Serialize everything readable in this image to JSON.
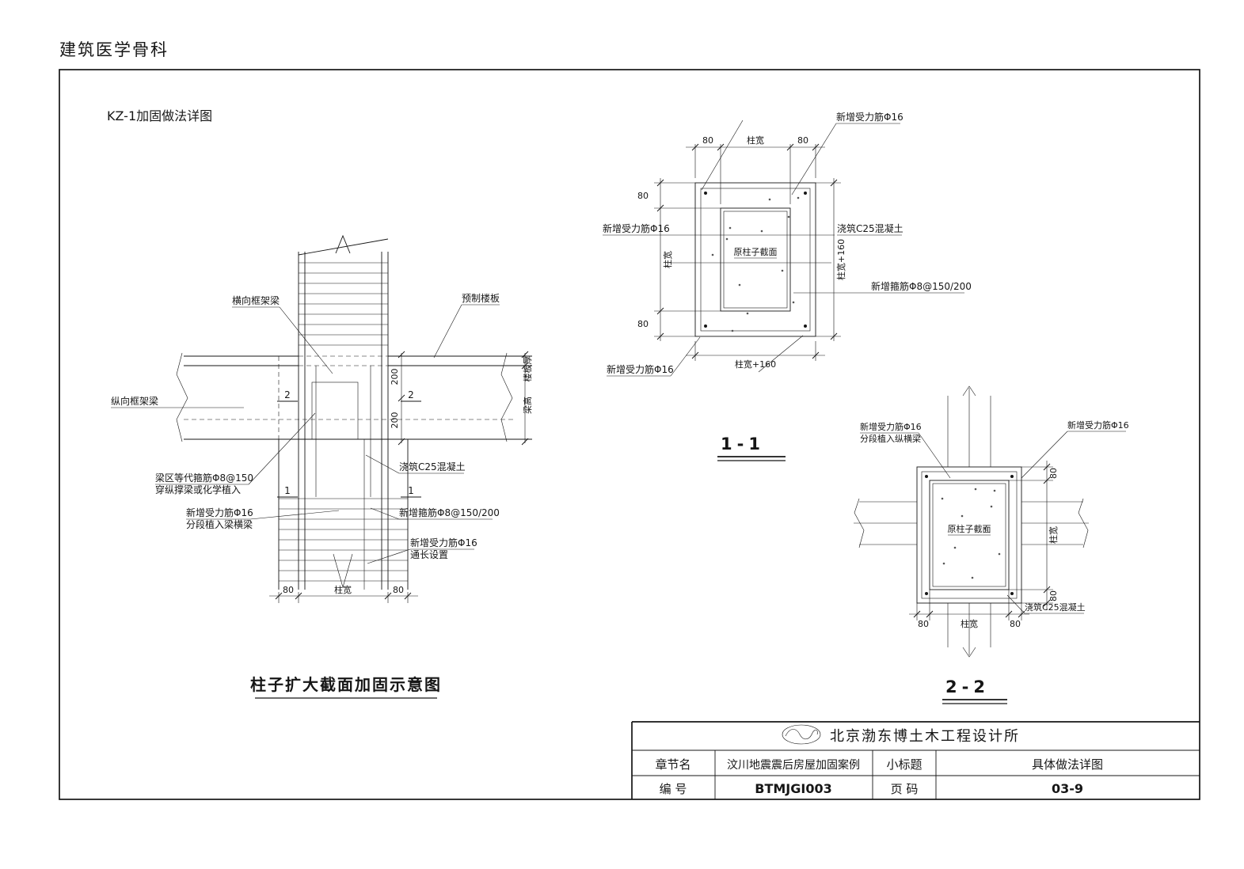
{
  "page": {
    "watermark": "建筑医学骨科",
    "title": "KZ-1加固做法详图"
  },
  "elevation": {
    "caption": "柱子扩大截面加固示意图",
    "labels": {
      "transverse_frame_beam": "横向框架梁",
      "precast_slab": "预制楼板",
      "longitudinal_frame_beam": "纵向框架梁",
      "beam_zone_stirrup": "梁区等代箍筋Φ8@150",
      "beam_zone_stirrup2": "穿纵撑梁或化学植入",
      "new_main_bar_beam": "新增受力筋Φ16",
      "new_main_bar_beam2": "分段植入梁横梁",
      "cast_concrete": "浇筑C25混凝土",
      "new_stirrup": "新增箍筋Φ8@150/200",
      "new_main_bar_full": "新增受力筋Φ16",
      "new_main_bar_full2": "通长设置"
    },
    "dims": {
      "d80": "80",
      "col_width": "柱宽",
      "d200": "200",
      "slab_thickness": "楼板厚",
      "beam_height": "梁高"
    },
    "section_marks": {
      "s1": "1",
      "s2": "2"
    }
  },
  "section_1_1": {
    "title": "1-1",
    "labels": {
      "new_main_bar_top": "新增受力筋Φ16",
      "new_main_bar_left": "新增受力筋Φ16",
      "new_main_bar_bottom": "新增受力筋Φ16",
      "cast_concrete": "浇筑C25混凝土",
      "original_column_section": "原柱子截面",
      "new_stirrup": "新增箍筋Φ8@150/200"
    },
    "dims": {
      "d80": "80",
      "col_width": "柱宽",
      "col_width_plus160": "柱宽+160"
    }
  },
  "section_2_2": {
    "title": "2-2",
    "labels": {
      "new_main_bar_left": "新增受力筋Φ16",
      "new_main_bar_left2": "分段植入纵横梁",
      "new_main_bar_right": "新增受力筋Φ16",
      "original_column_section": "原柱子截面",
      "cast_concrete": "浇筑C25混凝土"
    },
    "dims": {
      "d80": "80",
      "col_width": "柱宽"
    }
  },
  "title_block": {
    "company": "北京渤东博土木工程设计所",
    "chapter_label": "章节名",
    "chapter_value": "汶川地震震后房屋加固案例",
    "subtitle_label": "小标题",
    "subtitle_value": "具体做法详图",
    "number_label": "编  号",
    "number_value": "BTMJGI003",
    "page_label": "页  码",
    "page_value": "03-9"
  }
}
